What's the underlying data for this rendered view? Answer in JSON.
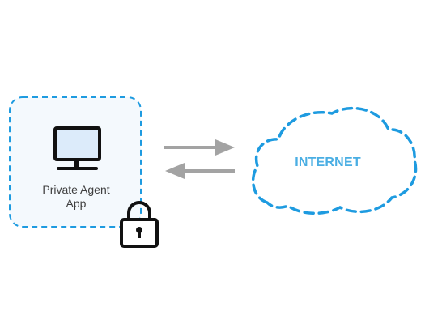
{
  "app_box": {
    "label_line1": "Private Agent",
    "label_line2": "App",
    "icon": "monitor-icon",
    "badge_icon": "lock-icon"
  },
  "connection": {
    "icons": [
      "arrow-right-icon",
      "arrow-left-icon"
    ]
  },
  "cloud": {
    "label": "INTERNET",
    "icon": "cloud-outline"
  },
  "colors": {
    "accent_blue": "#1e9be0",
    "cloud_text": "#4aaee3",
    "box_fill": "#f4f9fd",
    "monitor_screen": "#dcebfa",
    "arrow_gray": "#a3a3a3",
    "lock_black": "#111111"
  }
}
